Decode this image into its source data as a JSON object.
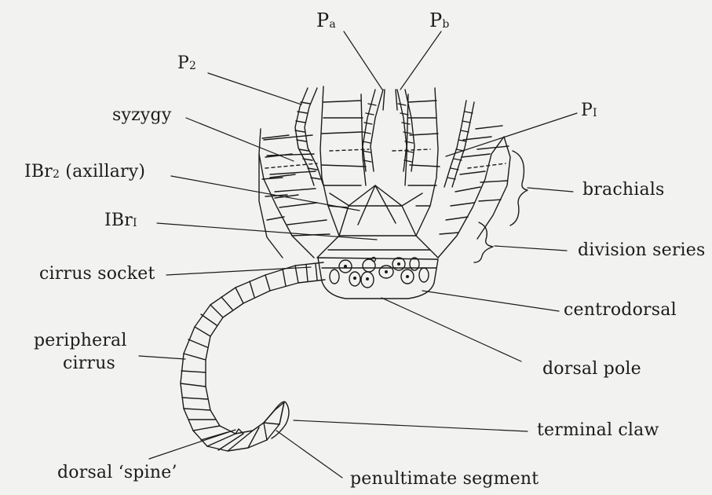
{
  "labels": {
    "pa": {
      "main": "P",
      "sub": "a"
    },
    "pb": {
      "main": "P",
      "sub": "b"
    },
    "p2": {
      "main": "P",
      "sub": "2"
    },
    "p1": {
      "main": "P",
      "sub": "I"
    },
    "syzygy": "syzygy",
    "ibr2": {
      "main": "IBr",
      "sub": "2",
      "rest": " (axillary)"
    },
    "ibr1": {
      "main": "IBr",
      "sub": "I"
    },
    "cirrus_socket": "cirrus socket",
    "peripheral_cirrus": [
      "peripheral",
      "cirrus"
    ],
    "dorsal_spine": "dorsal ‘spine’",
    "penultimate_segment": "penultimate segment",
    "terminal_claw": "terminal claw",
    "dorsal_pole": "dorsal pole",
    "centrodorsal": "centrodorsal",
    "division_series": "division series",
    "brachials": "brachials"
  },
  "colors": {
    "ink": "#1b1b1b",
    "paper": "#f2f2f0"
  }
}
